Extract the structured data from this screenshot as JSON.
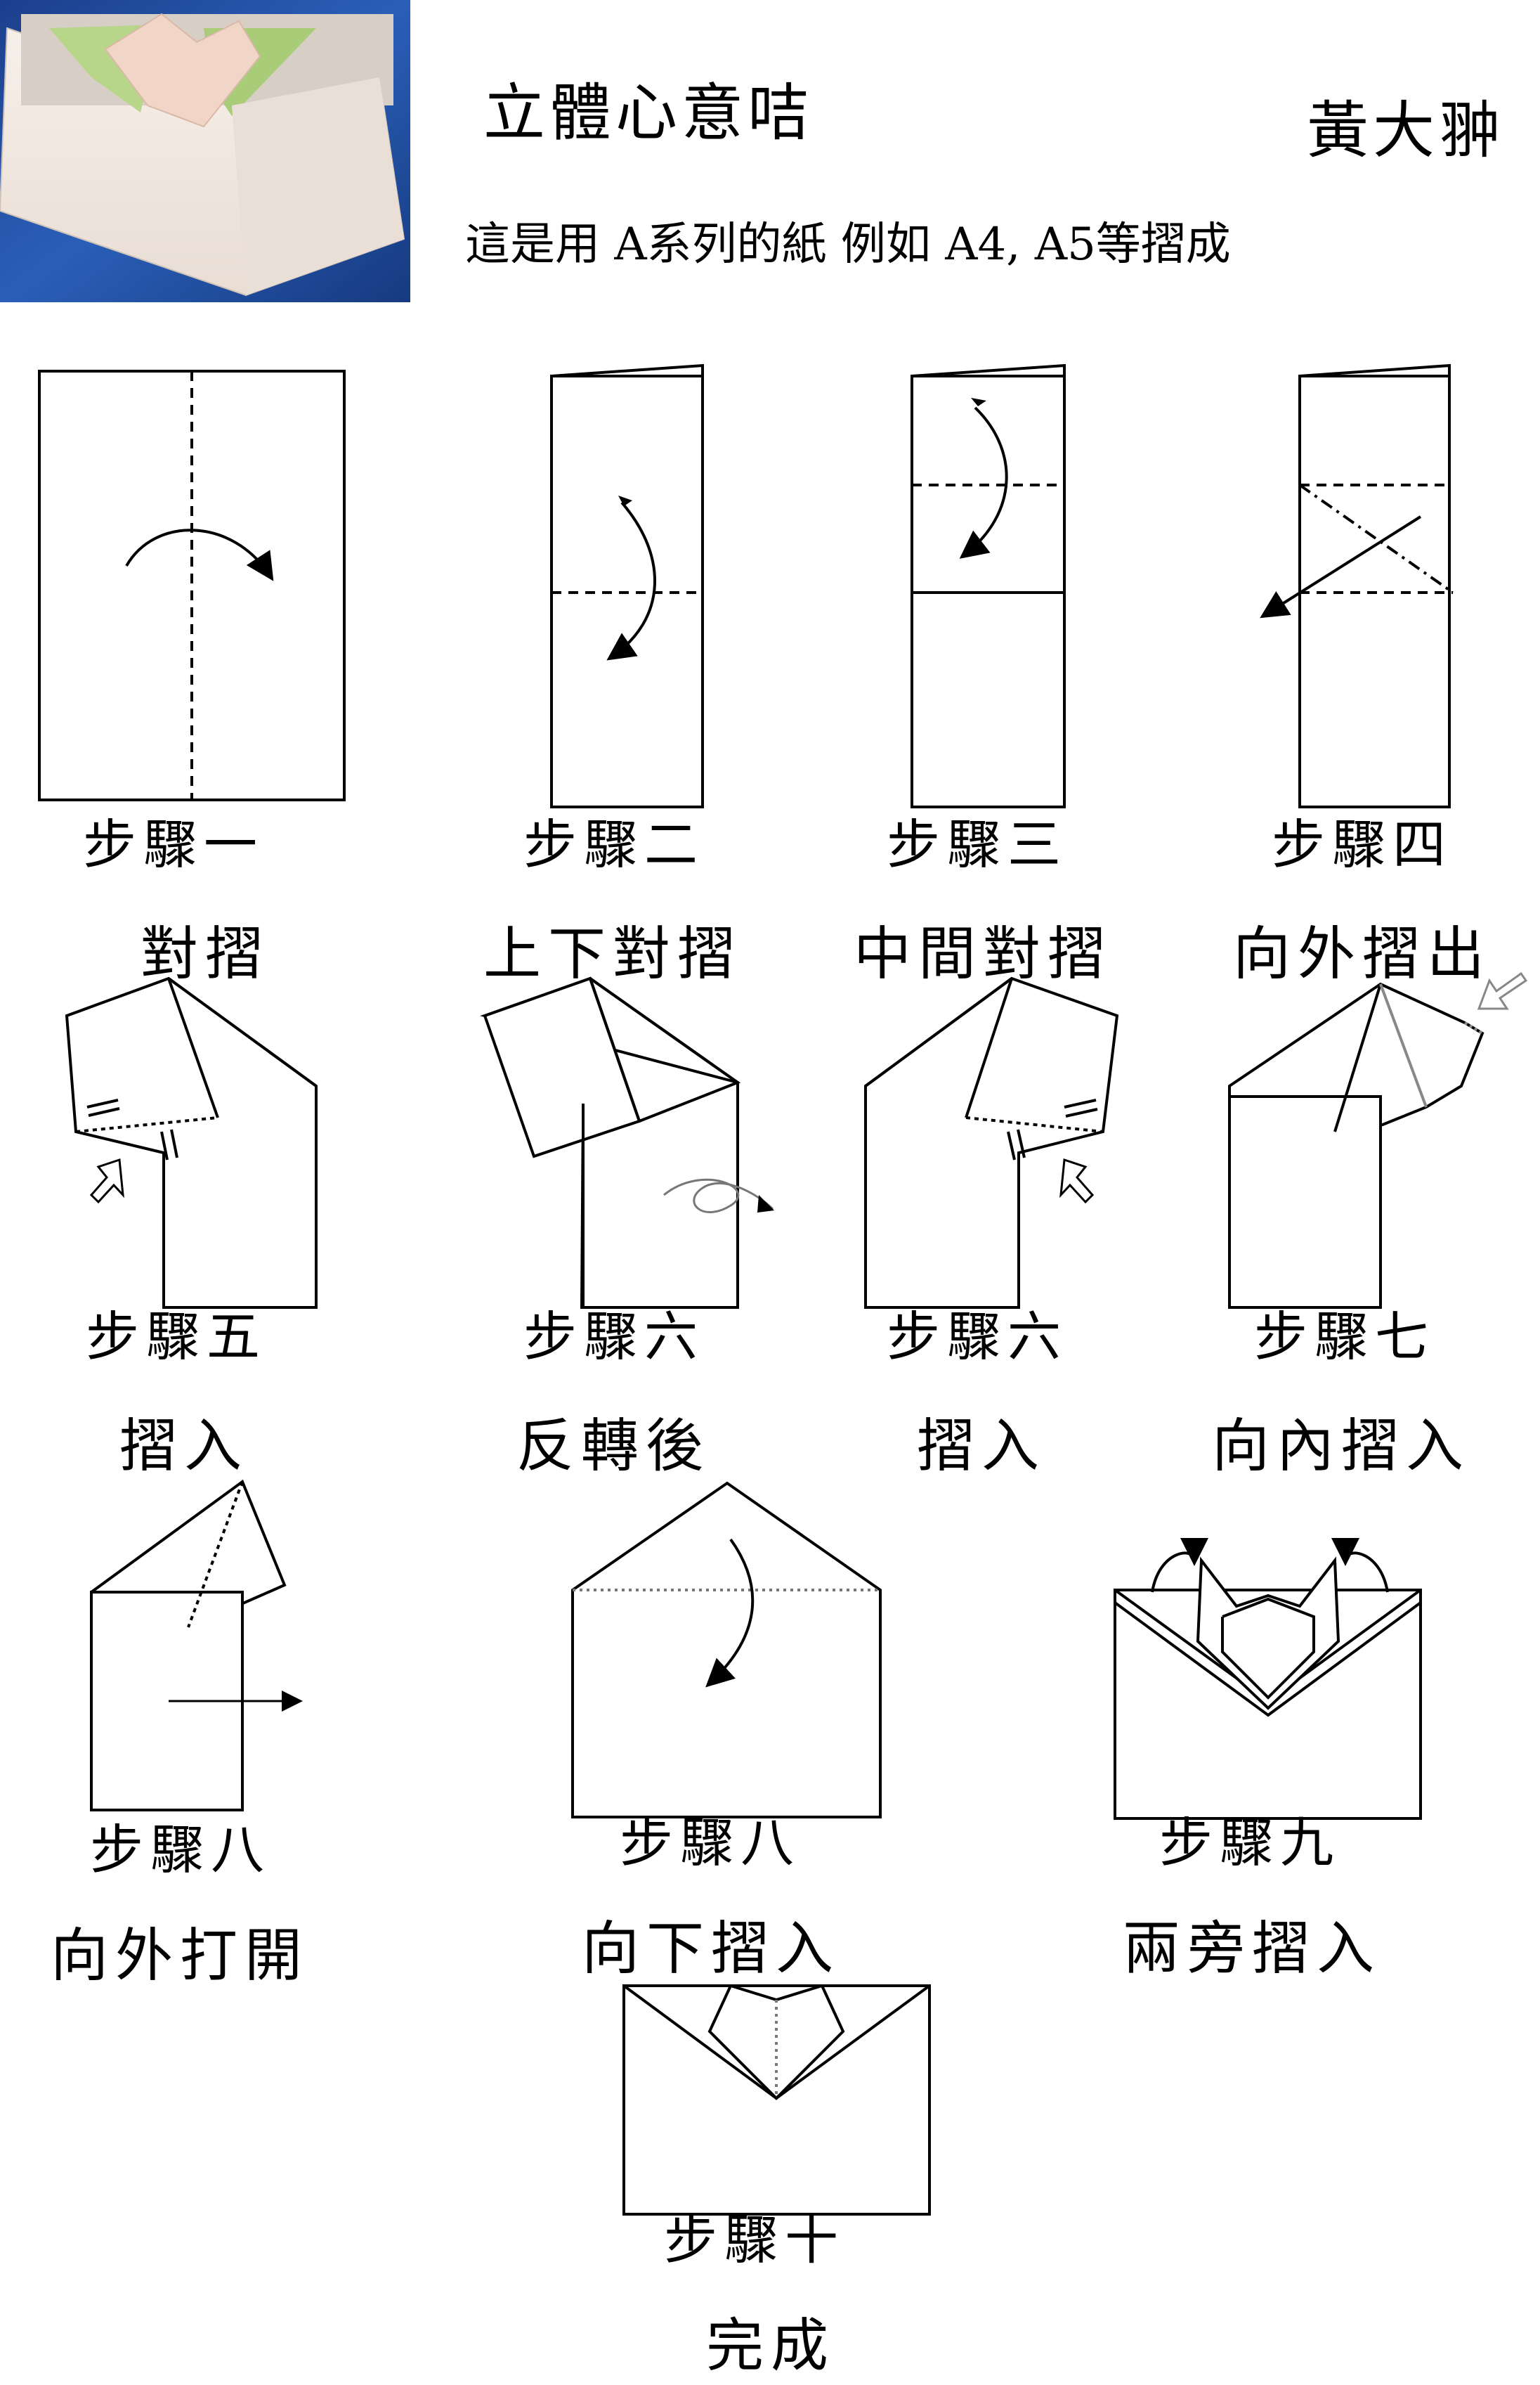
{
  "header": {
    "title": "立體心意咭",
    "author": "黃大翀",
    "subtitle": "這是用 A系列的紙 例如 A4, A5等摺成"
  },
  "steps": [
    {
      "step": "步驟一",
      "action": "對摺"
    },
    {
      "step": "步驟二",
      "action": "上下對摺"
    },
    {
      "step": "步驟三",
      "action": "中間對摺"
    },
    {
      "step": "步驟四",
      "action": "向外摺出"
    },
    {
      "step": "步驟五",
      "action": "摺入"
    },
    {
      "step": "步驟六",
      "action": "反轉後"
    },
    {
      "step": "步驟六",
      "action": "摺入"
    },
    {
      "step": "步驟七",
      "action": "向內摺入"
    },
    {
      "step": "步驟八",
      "action": "向外打開"
    },
    {
      "step": "步驟八",
      "action": "向下摺入"
    },
    {
      "step": "步驟九",
      "action": "兩旁摺入"
    },
    {
      "step": "步驟十",
      "action": "完成"
    }
  ],
  "colors": {
    "line": "#000000",
    "photo_background": "#1f4fa3",
    "photo_paper": "#f4ebe3",
    "photo_inner": "#b8d68a"
  }
}
